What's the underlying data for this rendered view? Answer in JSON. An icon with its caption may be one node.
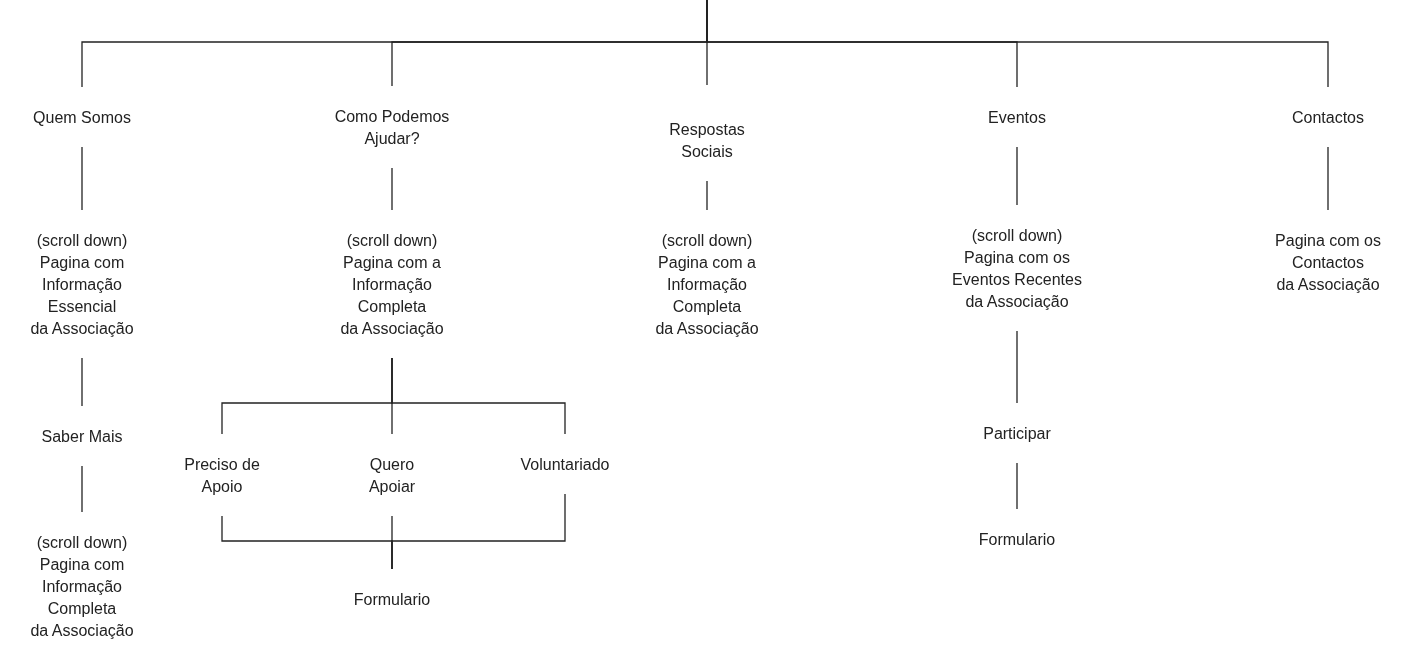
{
  "diagram": {
    "nodes": [
      {
        "text": [
          "Quem Somos"
        ]
      },
      {
        "text": [
          "Como Podemos Ajudar?"
        ]
      },
      {
        "text": [
          "Respostas Sociais"
        ]
      },
      {
        "text": [
          "Eventos"
        ]
      },
      {
        "text": [
          "Contactos"
        ]
      },
      {
        "text": [
          "(scroll down) Pagina com Informação Essencial da Associação"
        ]
      },
      {
        "text": [
          "Saber Mais"
        ]
      },
      {
        "text": [
          "(scroll down) Pagina com Informação Completa da Associação"
        ]
      },
      {
        "text": [
          "(scroll down) Pagina com a Informação Completa da Associação"
        ]
      },
      {
        "text": [
          "Preciso de Apoio"
        ]
      },
      {
        "text": [
          "Quero Apoiar"
        ]
      },
      {
        "text": [
          "Voluntariado"
        ]
      },
      {
        "text": [
          "Formulario"
        ]
      },
      {
        "text": [
          "(scroll down) Pagina com a Informação Completa da Associação"
        ]
      },
      {
        "text": [
          "(scroll down) Pagina com os Eventos Recentes da Associação"
        ]
      },
      {
        "text": [
          "Participar"
        ]
      },
      {
        "text": [
          "Formulario"
        ]
      },
      {
        "text": [
          "Pagina com os Contactos da Associação"
        ]
      }
    ],
    "edges": [
      {
        "from": null,
        "to": 0,
        "arrow": "none"
      },
      {
        "from": null,
        "to": 1,
        "arrow": "none"
      },
      {
        "from": null,
        "to": 2,
        "arrow": "none"
      },
      {
        "from": null,
        "to": 3,
        "arrow": "none"
      },
      {
        "from": null,
        "to": 4,
        "arrow": "none"
      },
      {
        "from": 0,
        "to": 5,
        "arrow": "none"
      },
      {
        "from": 5,
        "to": 6,
        "arrow": "none"
      },
      {
        "from": 6,
        "to": 7,
        "arrow": "none"
      },
      {
        "from": 1,
        "to": 8,
        "arrow": "none"
      },
      {
        "from": 8,
        "to": 9,
        "arrow": "none"
      },
      {
        "from": 8,
        "to": 10,
        "arrow": "none"
      },
      {
        "from": 8,
        "to": 11,
        "arrow": "none"
      },
      {
        "from": 9,
        "to": 12,
        "arrow": "none"
      },
      {
        "from": 10,
        "to": 12,
        "arrow": "none"
      },
      {
        "from": 11,
        "to": 12,
        "arrow": "none"
      },
      {
        "from": 2,
        "to": 13,
        "arrow": "none"
      },
      {
        "from": 3,
        "to": 14,
        "arrow": "none"
      },
      {
        "from": 14,
        "to": 15,
        "arrow": "none"
      },
      {
        "from": 15,
        "to": 16,
        "arrow": "none"
      },
      {
        "from": 4,
        "to": 17,
        "arrow": "none"
      }
    ]
  }
}
